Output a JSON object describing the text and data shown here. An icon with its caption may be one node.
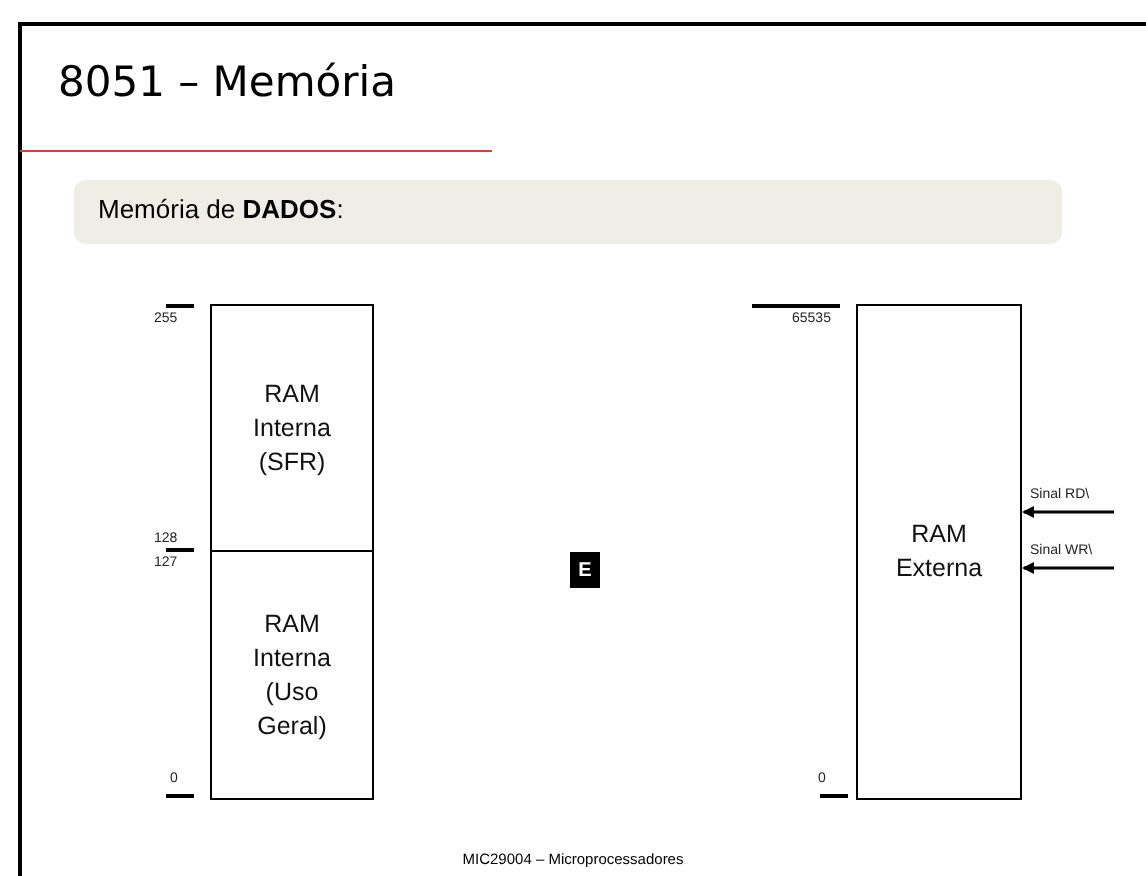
{
  "diagram": {
    "title": "8051 – Memória",
    "nodes": [
      {
        "text": [
          "RAM Interna (SFR)"
        ]
      },
      {
        "text": [
          "RAM Interna (Uso Geral)"
        ]
      },
      {
        "text": [
          "RAM Externa"
        ]
      },
      {
        "text": [
          "E"
        ]
      }
    ],
    "edges": [
      {
        "from": null,
        "to": 2,
        "arrow": "to",
        "label": "Sinal RD\\"
      },
      {
        "from": null,
        "to": 2,
        "arrow": "to",
        "label": "Sinal WR\\"
      }
    ],
    "labels": [
      "Memória de **DADOS**:",
      "255",
      "128",
      "127",
      "0",
      "65535",
      "0",
      "MIC29004 – Microprocessadores"
    ]
  }
}
